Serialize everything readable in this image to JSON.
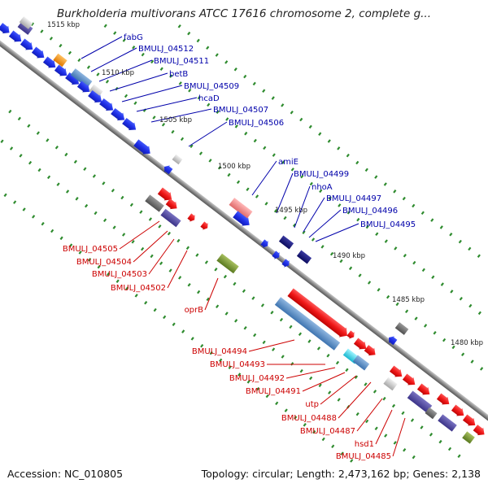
{
  "title": "Burkholderia multivorans ATCC 17616 chromosome 2, complete g...",
  "footer": {
    "accession": "Accession: NC_010805",
    "summary": "Topology: circular; Length: 2,473,162 bp; Genes: 2,138"
  },
  "colors": {
    "forward_label": "#0000aa",
    "reverse_label": "#cc0000",
    "backbone": "#8a8a8a",
    "dots": "#2e8b2e"
  },
  "ticks": [
    "1515 kbp",
    "1510 kbp",
    "1505 kbp",
    "1500 kbp",
    "1495 kbp",
    "1490 kbp",
    "1485 kbp",
    "1480 kbp"
  ],
  "forward_labels": [
    "fabG",
    "BMULJ_04512",
    "BMULJ_04511",
    "betB",
    "BMULJ_04509",
    "hcaD",
    "BMULJ_04507",
    "BMULJ_04506",
    "amiE",
    "BMULJ_04499",
    "nhoA",
    "BMULJ_04497",
    "BMULJ_04496",
    "BMULJ_04495"
  ],
  "reverse_labels": [
    "BMULJ_04505",
    "BMULJ_04504",
    "BMULJ_04503",
    "BMULJ_04502",
    "oprB",
    "BMULJ_04494",
    "BMULJ_04493",
    "BMULJ_04492",
    "BMULJ_04491",
    "utp",
    "BMULJ_04488",
    "BMULJ_04487",
    "hsd1",
    "BMULJ_04485"
  ]
}
